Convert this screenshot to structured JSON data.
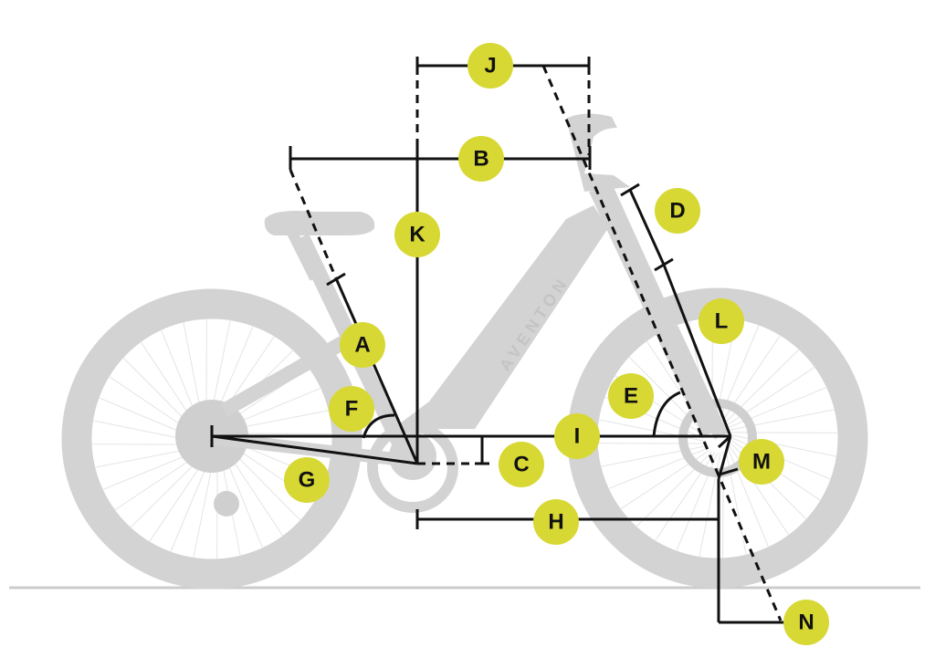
{
  "figure": {
    "brand_text": "AVENTON",
    "colors": {
      "bike": "#d3d3d3",
      "lines": "#111111",
      "badge": "#d7d834",
      "ground": "#cccccc"
    }
  },
  "labels": [
    {
      "id": "A",
      "text": "A"
    },
    {
      "id": "B",
      "text": "B"
    },
    {
      "id": "C",
      "text": "C"
    },
    {
      "id": "D",
      "text": "D"
    },
    {
      "id": "E",
      "text": "E"
    },
    {
      "id": "F",
      "text": "F"
    },
    {
      "id": "G",
      "text": "G"
    },
    {
      "id": "H",
      "text": "H"
    },
    {
      "id": "I",
      "text": "I"
    },
    {
      "id": "J",
      "text": "J"
    },
    {
      "id": "K",
      "text": "K"
    },
    {
      "id": "L",
      "text": "L"
    },
    {
      "id": "M",
      "text": "M"
    },
    {
      "id": "N",
      "text": "N"
    }
  ]
}
